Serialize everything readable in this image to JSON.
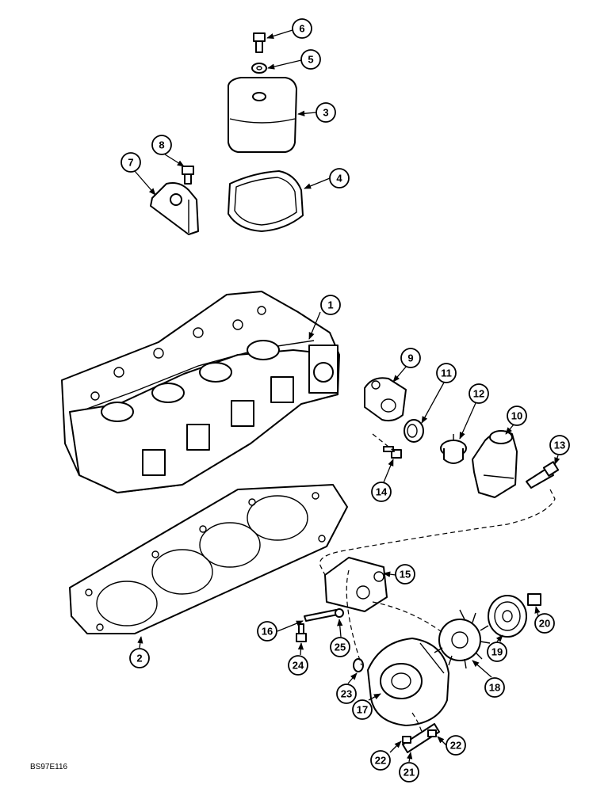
{
  "diagram": {
    "callouts": [
      "1",
      "2",
      "3",
      "4",
      "5",
      "6",
      "7",
      "8",
      "9",
      "10",
      "11",
      "12",
      "13",
      "14",
      "15",
      "16",
      "17",
      "18",
      "19",
      "20",
      "21",
      "22",
      "22",
      "23",
      "24",
      "25"
    ],
    "figure_code": "BS97E116"
  }
}
